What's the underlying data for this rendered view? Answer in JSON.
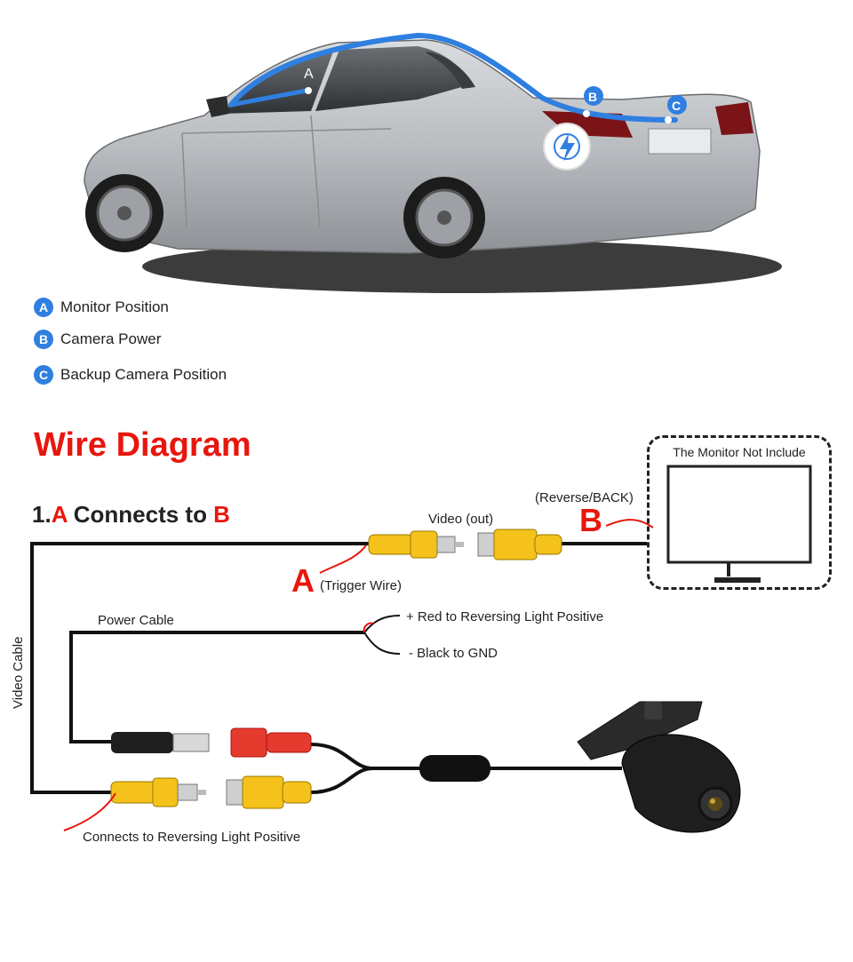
{
  "car": {
    "markers": [
      {
        "letter": "A",
        "name": "Monitor Position"
      },
      {
        "letter": "B",
        "name": "Camera Power"
      },
      {
        "letter": "C",
        "name": "Backup Camera Position"
      }
    ]
  },
  "legend": [
    {
      "letter": "A",
      "label": "Monitor Position"
    },
    {
      "letter": "B",
      "label": "Camera Power"
    },
    {
      "letter": "C",
      "label": "Backup Camera Position"
    }
  ],
  "diagram": {
    "title": "Wire Diagram",
    "subtitle": {
      "prefix": "1.",
      "a": "A",
      "middle": " Connects to ",
      "b": "B"
    },
    "monitor_label": "The Monitor Not Include",
    "reverse_label": "(Reverse/BACK)",
    "video_out_label": "Video (out)",
    "letter_a": "A",
    "letter_b": "B",
    "trigger_wire_label": "(Trigger Wire)",
    "power_cable_label": "Power Cable",
    "red_label": "+ Red to Reversing Light Positive",
    "black_label": "- Black to GND",
    "video_cable_label": "Video Cable",
    "reversing_light_label": "Connects to Reversing Light Positive"
  },
  "colors": {
    "accent_red": "#e8160e",
    "marker_blue": "#2f7fe0",
    "connector_yellow": "#f4c21a",
    "connector_red": "#e53a2e"
  },
  "icons": {
    "power": "lightning-bolt-icon"
  }
}
